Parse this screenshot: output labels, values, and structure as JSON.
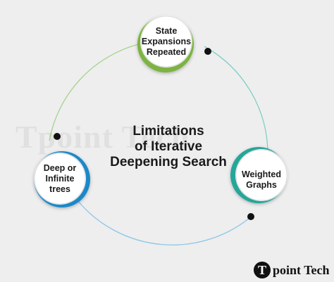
{
  "diagram": {
    "title_lines": [
      "Limitations",
      "of Iterative",
      "Deepening Search"
    ],
    "nodes": [
      {
        "id": "top",
        "lines": [
          "State",
          "Expansions",
          "Repeated"
        ],
        "accent": "#7cb342"
      },
      {
        "id": "right",
        "lines": [
          "Weighted",
          "Graphs"
        ],
        "accent": "#26a69a"
      },
      {
        "id": "left",
        "lines": [
          "Deep or",
          "Infinite",
          "trees"
        ],
        "accent": "#1e88c8"
      }
    ]
  },
  "watermark": "Tpoint Tech",
  "logo": {
    "mark": "T",
    "text": "point Tech"
  },
  "colors": {
    "background": "#eeeeee",
    "ring_green": "#a6d38e",
    "ring_teal": "#7fcfc4",
    "ring_blue": "#8cc6e8",
    "dot": "#111111"
  }
}
